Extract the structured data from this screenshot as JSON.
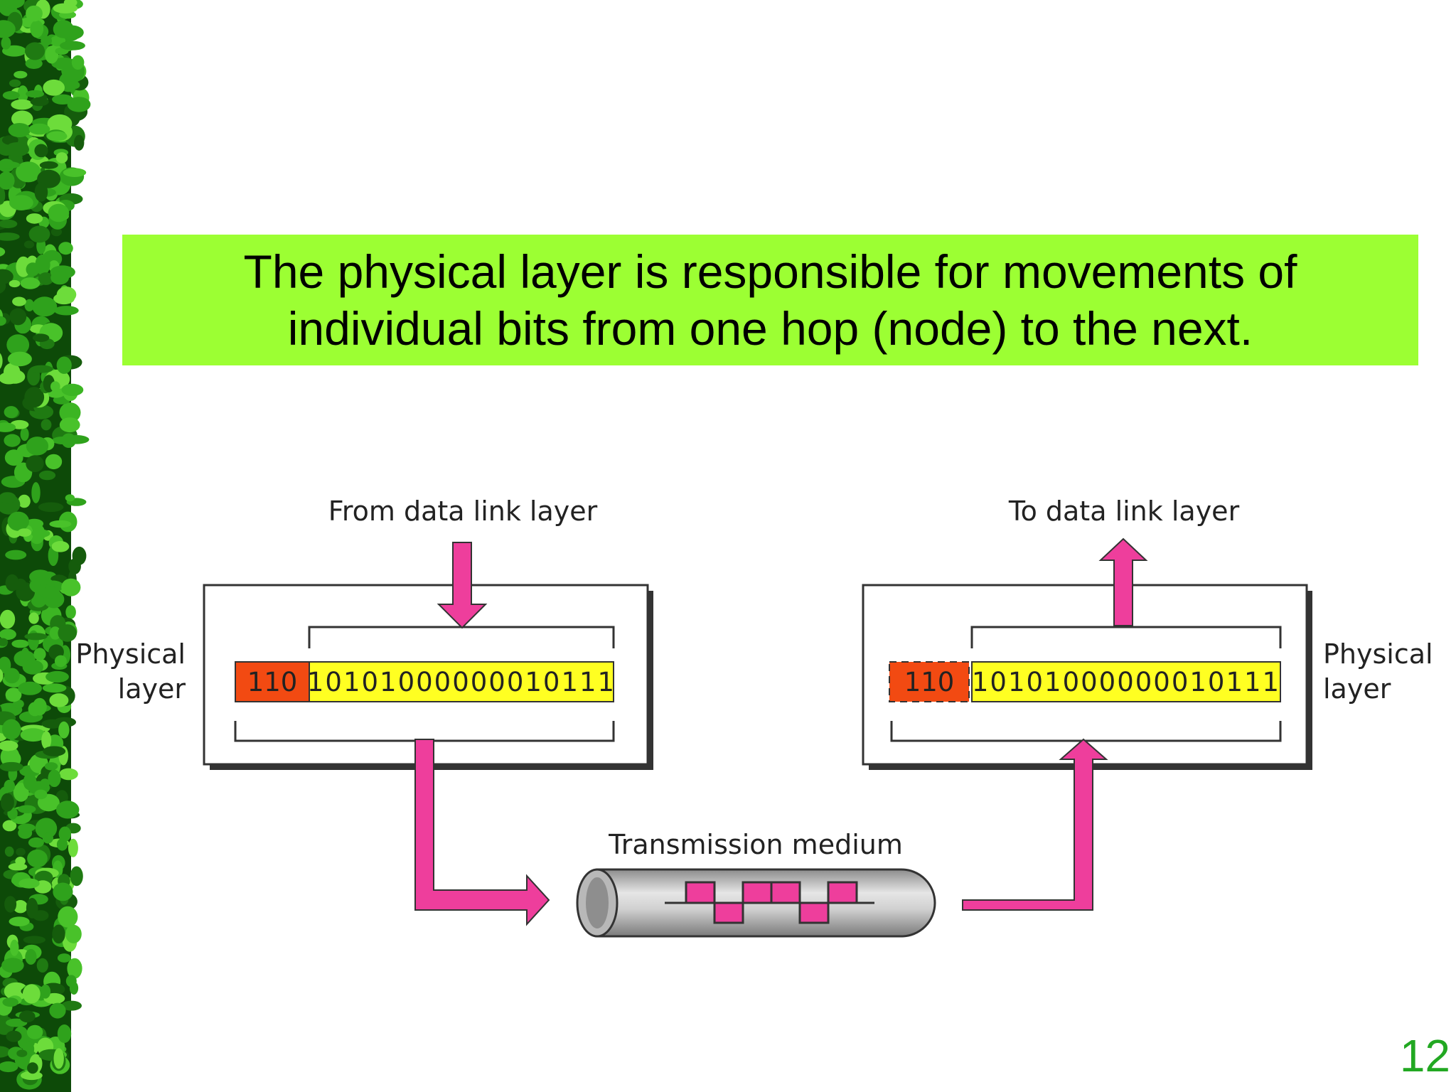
{
  "headline": {
    "line1": "The physical layer is responsible for movements of",
    "line2": "individual bits from one hop (node) to the next."
  },
  "diagram": {
    "from_label": "From data link layer",
    "to_label": "To data link layer",
    "left_layer_label": [
      "Physical",
      "layer"
    ],
    "right_layer_label": [
      "Physical",
      "layer"
    ],
    "sender_frame": {
      "header": "110",
      "bits": "10101000000010111"
    },
    "receiver_frame": {
      "header": "110",
      "bits": "10101000000010111"
    },
    "medium_label": "Transmission medium"
  },
  "slide_number": "12",
  "colors": {
    "headline_bg": "#9cff33",
    "arrow": "#ee3e9c",
    "header_cell": "#f24a12",
    "bits_cell": "#ffff22",
    "slide_number": "#22a822",
    "border_leaves": "#2fa21c"
  }
}
